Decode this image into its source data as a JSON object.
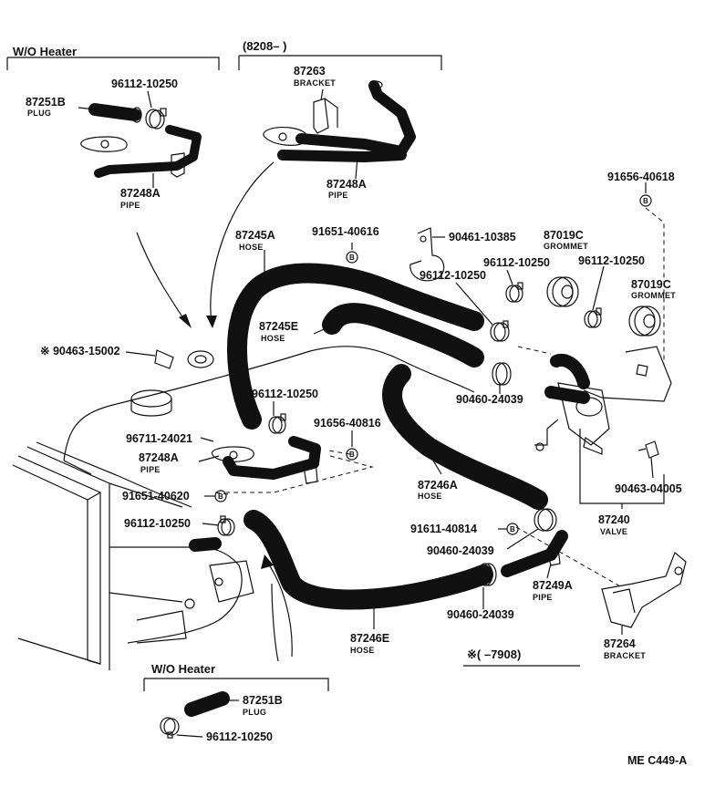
{
  "headers": {
    "wo_heater_top": "W/O Heater",
    "range_top": "(8208–      )",
    "wo_heater_bottom": "W/O Heater",
    "range_bottom": "※(       –7908)"
  },
  "parts": {
    "p96112_a": "96112-10250",
    "p87251b_a": "87251B",
    "p87251b_a_sub": "PLUG",
    "p87248a_a": "87248A",
    "p87248a_a_sub": "PIPE",
    "p87263": "87263",
    "p87263_sub": "BRACKET",
    "p87248a_b": "87248A",
    "p87248a_b_sub": "PIPE",
    "p91656_a": "91656-40618",
    "p87245a": "87245A",
    "p87245a_sub": "HOSE",
    "p91651_a": "91651-40616",
    "p90461": "90461-10385",
    "p87019c_a": "87019C",
    "p87019c_a_sub": "GROMMET",
    "p96112_b": "96112-10250",
    "p96112_c": "96112-10250",
    "p96112_d": "96112-10250",
    "p87019c_b": "87019C",
    "p87019c_b_sub": "GROMMET",
    "p87245e": "87245E",
    "p87245e_sub": "HOSE",
    "p90463_a": "※ 90463-15002",
    "p90460_a": "90460-24039",
    "p96112_e": "96112-10250",
    "p91656_b": "91656-40816",
    "p96711": "96711-24021",
    "p87248a_c": "87248A",
    "p87248a_c_sub": "PIPE",
    "p87246a": "87246A",
    "p87246a_sub": "HOSE",
    "p91651_b": "91651-40620",
    "p90463_b": "90463-04005",
    "p87240": "87240",
    "p87240_sub": "VALVE",
    "p96112_f": "96112-10250",
    "p91611": "91611-40814",
    "p90460_b": "90460-24039",
    "p87249a": "87249A",
    "p87249a_sub": "PIPE",
    "p90460_c": "90460-24039",
    "p87264": "87264",
    "p87264_sub": "BRACKET",
    "p87246e": "87246E",
    "p87246e_sub": "HOSE",
    "p87251b_b": "87251B",
    "p87251b_b_sub": "PLUG",
    "p96112_g": "96112-10250"
  },
  "symbols": {
    "bolt_marker": "B"
  },
  "footer": {
    "code": "ME  C449-A"
  }
}
